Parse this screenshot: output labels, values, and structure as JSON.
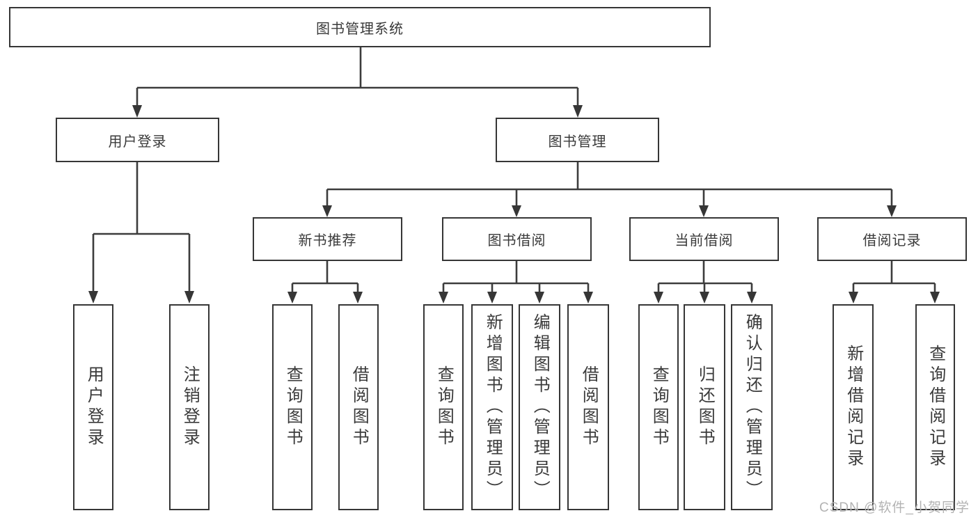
{
  "diagram": {
    "root": {
      "label": "图书管理系统"
    },
    "level2": [
      {
        "label": "用户登录"
      },
      {
        "label": "图书管理"
      }
    ],
    "level3": [
      {
        "label": "新书推荐"
      },
      {
        "label": "图书借阅"
      },
      {
        "label": "当前借阅"
      },
      {
        "label": "借阅记录"
      }
    ],
    "leaves": [
      {
        "label": "用户登录"
      },
      {
        "label": "注销登录"
      },
      {
        "label": "查询图书"
      },
      {
        "label": "借阅图书"
      },
      {
        "label": "查询图书"
      },
      {
        "label": "新增图书（管理员）"
      },
      {
        "label": "编辑图书（管理员）"
      },
      {
        "label": "借阅图书"
      },
      {
        "label": "查询图书"
      },
      {
        "label": "归还图书"
      },
      {
        "label": "确认归还（管理员）"
      },
      {
        "label": "新增借阅记录"
      },
      {
        "label": "查询借阅记录"
      }
    ],
    "line_color": "#3c3c3c"
  },
  "watermark": {
    "text": "CSDN @软件_小贺同学",
    "color": "#b3b3b3"
  }
}
